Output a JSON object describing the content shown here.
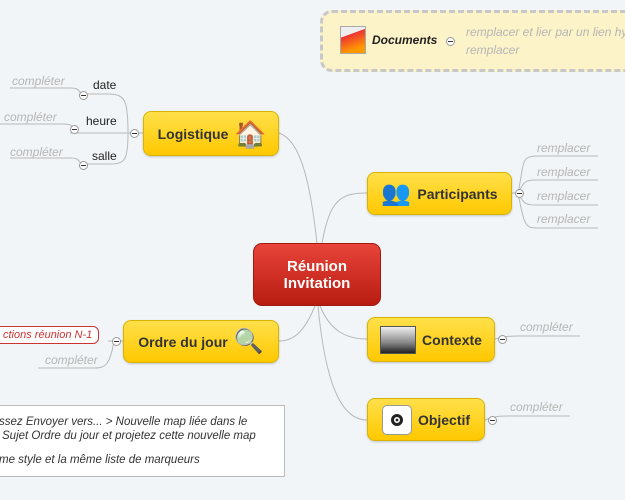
{
  "central": {
    "line1": "Réunion",
    "line2": "Invitation"
  },
  "documents": {
    "label": "Documents",
    "items": [
      "remplacer et lier par un lien hy",
      "remplacer"
    ]
  },
  "logistique": {
    "label": "Logistique",
    "items": [
      {
        "label": "date",
        "value": "compléter"
      },
      {
        "label": "heure",
        "value": "compléter"
      },
      {
        "label": "salle",
        "value": "compléter"
      }
    ]
  },
  "participants": {
    "label": "Participants",
    "items": [
      "remplacer",
      "remplacer",
      "remplacer",
      "remplacer"
    ]
  },
  "contexte": {
    "label": "Contexte",
    "value": "compléter"
  },
  "objectif": {
    "label": "Objectif",
    "value": "compléter"
  },
  "ordre": {
    "label": "Ordre du jour",
    "link": "ctions réunion N-1",
    "value": "compléter"
  },
  "note": {
    "line1": "ssez Envoyer vers... > Nouvelle map liée dans le",
    "line2": "Sujet Ordre du jour et projetez cette nouvelle map",
    "line3": "me style et la même liste de marqueurs"
  }
}
